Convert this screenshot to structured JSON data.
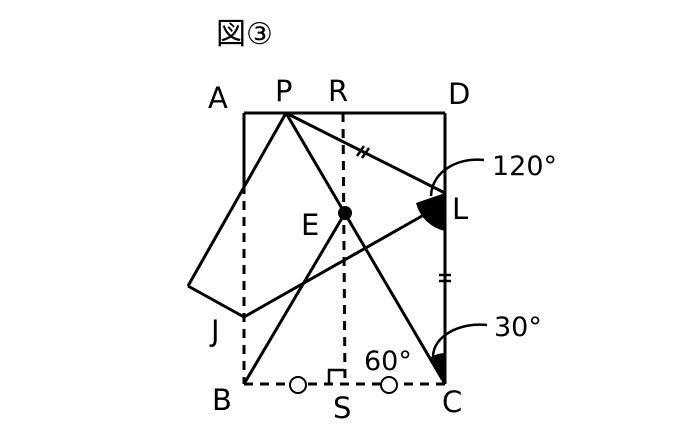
{
  "title": "図③",
  "points": {
    "A": "A",
    "P": "P",
    "R": "R",
    "D": "D",
    "E": "E",
    "L": "L",
    "J": "J",
    "B": "B",
    "S": "S",
    "C": "C"
  },
  "angles": {
    "at_L": "120°",
    "at_C_outer": "30°",
    "at_C_inner": "60°"
  }
}
